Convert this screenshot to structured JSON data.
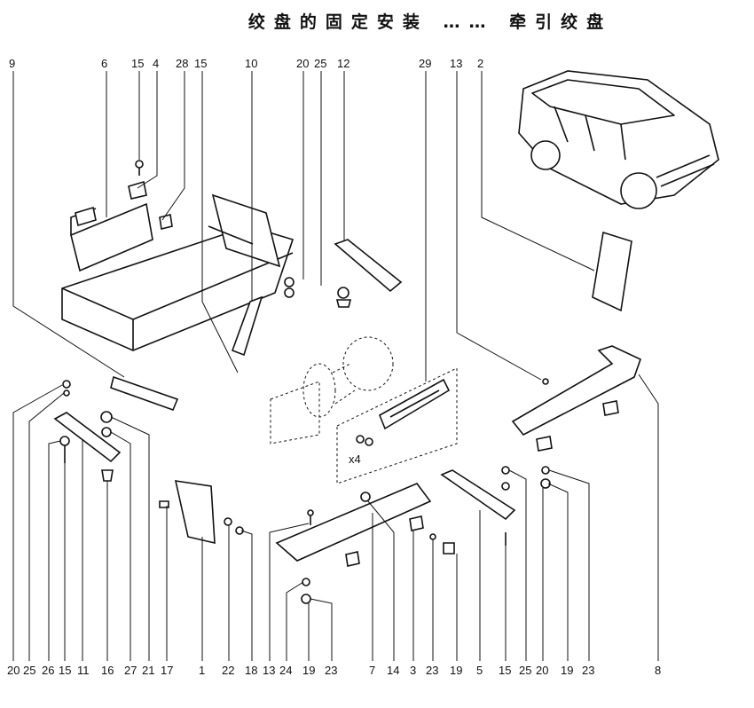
{
  "title": "绞盘的固定安装 …… 牵引绞盘",
  "top_callouts": [
    "9",
    "6",
    "15",
    "4",
    "28",
    "15",
    "10",
    "20",
    "25",
    "12",
    "29",
    "13",
    "2"
  ],
  "bottom_callouts": [
    "20",
    "25",
    "26",
    "15",
    "11",
    "16",
    "27",
    "21",
    "17",
    "1",
    "22",
    "18",
    "13",
    "24",
    "19",
    "23",
    "7",
    "14",
    "3",
    "23",
    "19",
    "5",
    "15",
    "25",
    "20",
    "19",
    "23",
    "8"
  ],
  "inline_labels": {
    "quantity_marker": "x4"
  }
}
